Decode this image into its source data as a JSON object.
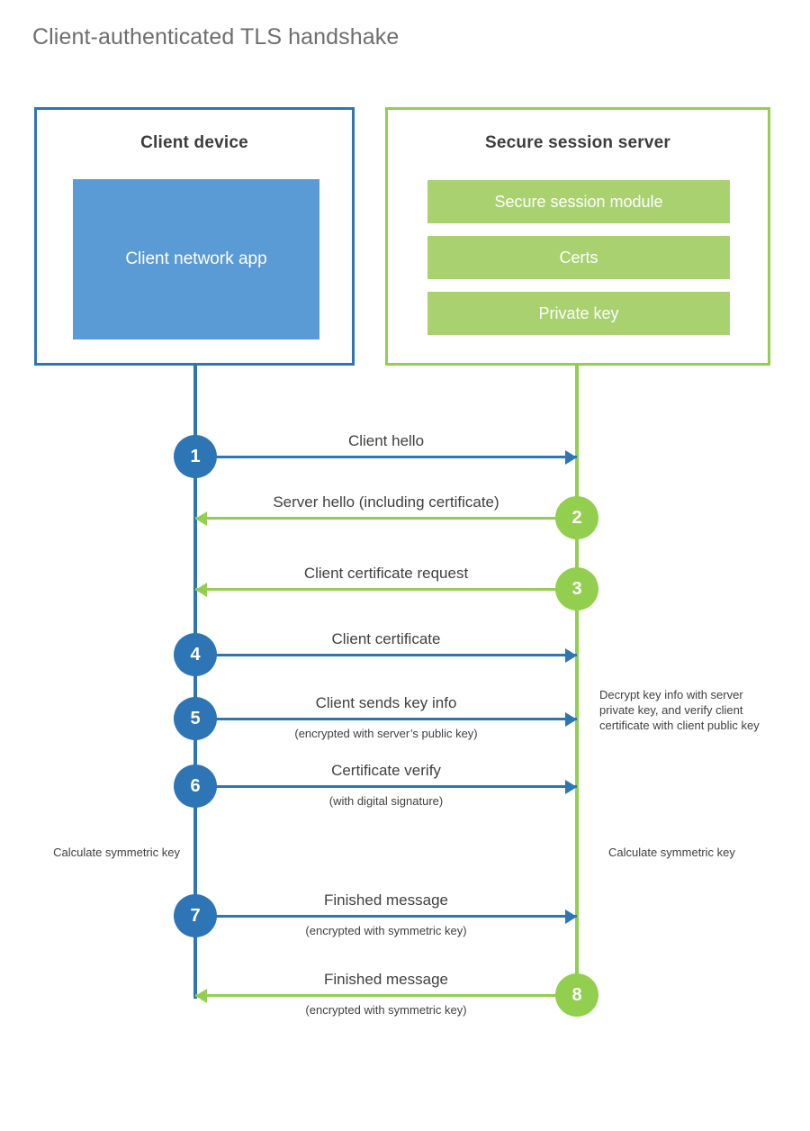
{
  "title": "Client-authenticated TLS handshake",
  "actors": {
    "client": {
      "title": "Client device",
      "app_label": "Client network app"
    },
    "server": {
      "title": "Secure session server",
      "components": [
        "Secure session module",
        "Certs",
        "Private key"
      ]
    }
  },
  "colors": {
    "client_blue": "#2e75b6",
    "client_app_fill": "#5b9bd5",
    "server_green": "#92cf4e",
    "server_bar_fill": "#a9d170",
    "title_gray": "#6e6e6e",
    "text_gray": "#404040"
  },
  "steps": [
    {
      "number": "1",
      "label": "Client hello",
      "sublabel": "",
      "direction": "client-to-server",
      "origin": "client"
    },
    {
      "number": "2",
      "label": "Server hello (including certificate)",
      "sublabel": "",
      "direction": "server-to-client",
      "origin": "server"
    },
    {
      "number": "3",
      "label": "Client certificate request",
      "sublabel": "",
      "direction": "server-to-client",
      "origin": "server"
    },
    {
      "number": "4",
      "label": "Client certificate",
      "sublabel": "",
      "direction": "client-to-server",
      "origin": "client"
    },
    {
      "number": "5",
      "label": "Client sends key info",
      "sublabel": "(encrypted with server’s public key)",
      "direction": "client-to-server",
      "origin": "client"
    },
    {
      "number": "6",
      "label": "Certificate verify",
      "sublabel": "(with digital signature)",
      "direction": "client-to-server",
      "origin": "client"
    },
    {
      "number": "7",
      "label": "Finished message",
      "sublabel": "(encrypted with symmetric key)",
      "direction": "client-to-server",
      "origin": "client"
    },
    {
      "number": "8",
      "label": "Finished message",
      "sublabel": "(encrypted with symmetric key)",
      "direction": "server-to-client",
      "origin": "server"
    }
  ],
  "annotations": {
    "server_decrypt": "Decrypt key info with server private key, and verify client certificate with client public key",
    "client_calculate": "Calculate symmetric key",
    "server_calculate": "Calculate symmetric key"
  }
}
